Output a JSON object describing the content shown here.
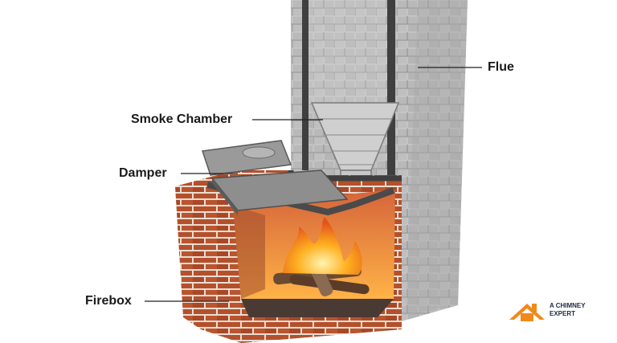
{
  "labels": {
    "flue": "Flue",
    "smoke_chamber": "Smoke Chamber",
    "damper": "Damper",
    "firebox": "Firebox"
  },
  "brand": {
    "line1": "A CHIMNEY",
    "line2": "EXPERT",
    "accent_color": "#f08a1c"
  },
  "colors": {
    "brick": "#b4502c",
    "stone": "#bdbdbd",
    "steel": "#4a4a4a",
    "fire": "#ff9a1f"
  }
}
